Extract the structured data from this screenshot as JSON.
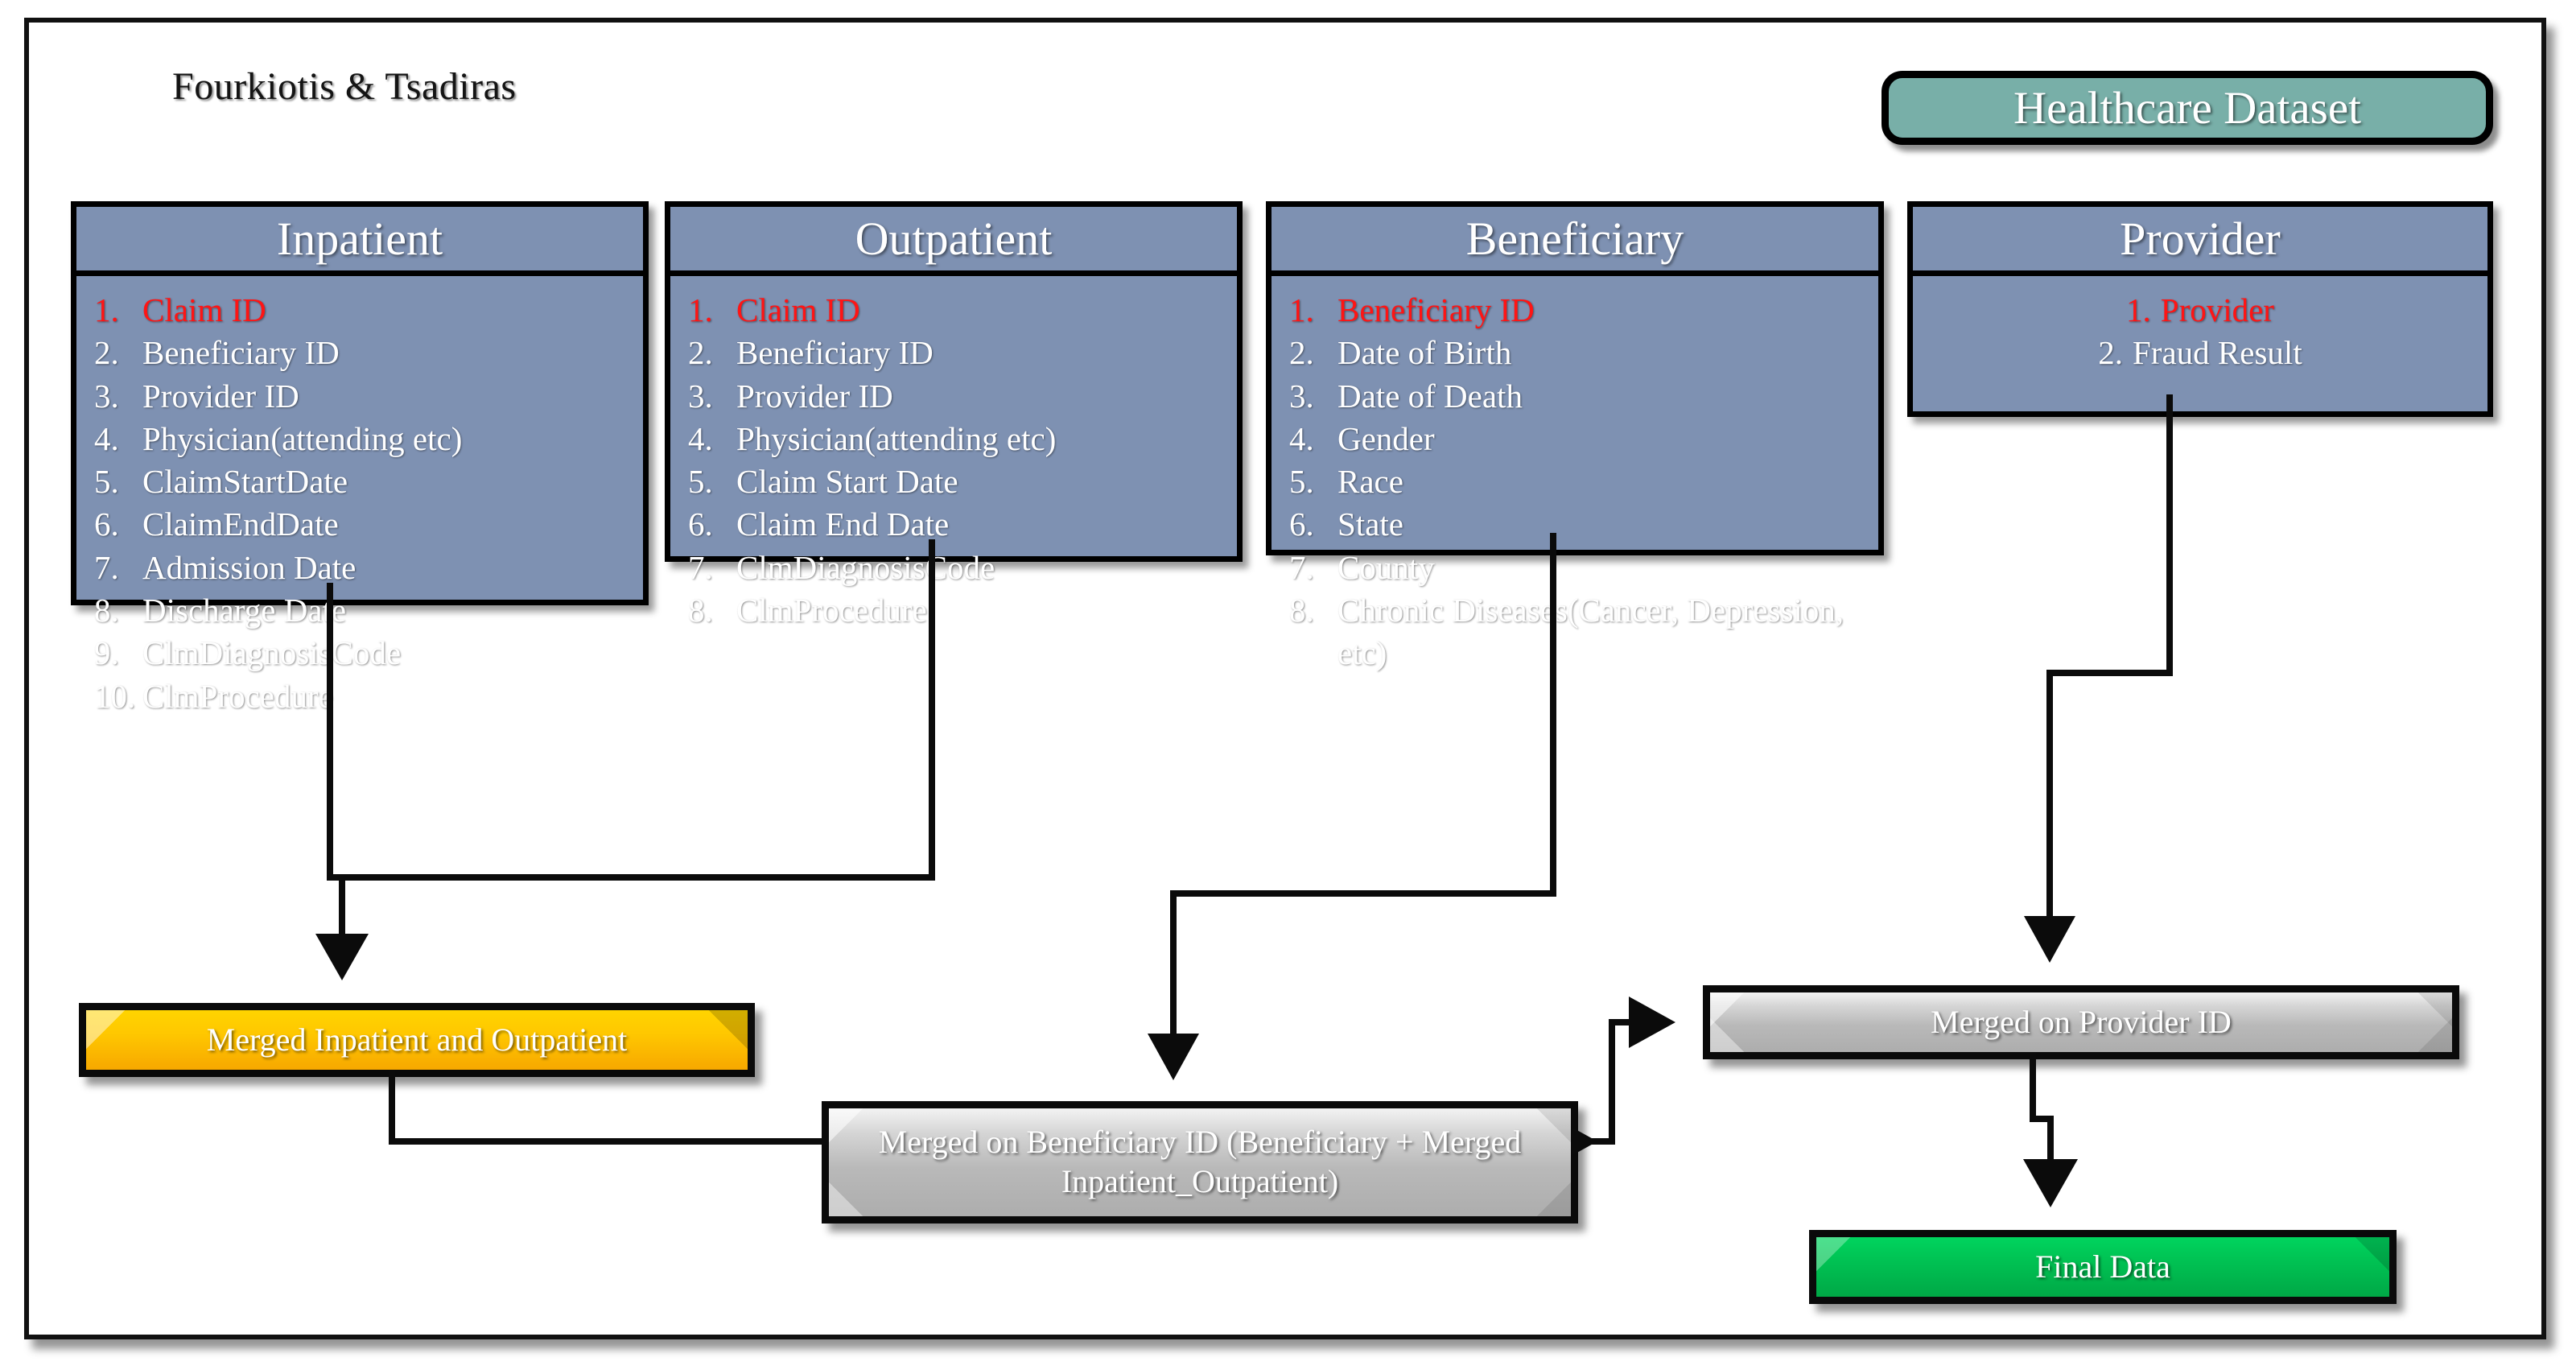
{
  "credit": "Fourkiotis & Tsadiras",
  "title_badge": {
    "label": "Healthcare Dataset",
    "color": "#78AFA8",
    "text_color": "#FFFFFF"
  },
  "colors": {
    "entity_fill": "#7E91B2",
    "key_field": "#FF1414",
    "merged_io": "#FFC800",
    "merged_grey": "#B9B9B9",
    "final_data": "#00C253",
    "border": "#000000",
    "page_background": "#FFFFFF"
  },
  "entities": [
    {
      "name": "Inpatient",
      "fields": [
        {
          "num": "1.",
          "label": "Claim ID",
          "key": true
        },
        {
          "num": "2.",
          "label": "Beneficiary ID",
          "key": false
        },
        {
          "num": "3.",
          "label": "Provider ID",
          "key": false
        },
        {
          "num": "4.",
          "label": "Physician(attending etc)",
          "key": false
        },
        {
          "num": "5.",
          "label": "ClaimStartDate",
          "key": false
        },
        {
          "num": "6.",
          "label": "ClaimEndDate",
          "key": false
        },
        {
          "num": "7.",
          "label": "Admission Date",
          "key": false
        },
        {
          "num": "8.",
          "label": "Discharge Date",
          "key": false
        },
        {
          "num": "9.",
          "label": "ClmDiagnosisCode",
          "key": false
        },
        {
          "num": "10.",
          "label": "ClmProcedure",
          "key": false
        }
      ]
    },
    {
      "name": "Outpatient",
      "fields": [
        {
          "num": "1.",
          "label": "Claim ID",
          "key": true
        },
        {
          "num": "2.",
          "label": "Beneficiary ID",
          "key": false
        },
        {
          "num": "3.",
          "label": "Provider ID",
          "key": false
        },
        {
          "num": "4.",
          "label": "Physician(attending etc)",
          "key": false
        },
        {
          "num": "5.",
          "label": "Claim Start Date",
          "key": false
        },
        {
          "num": "6.",
          "label": "Claim End Date",
          "key": false
        },
        {
          "num": "7.",
          "label": "ClmDiagnosisCode",
          "key": false
        },
        {
          "num": "8.",
          "label": "ClmProcedure",
          "key": false
        }
      ]
    },
    {
      "name": "Beneficiary",
      "fields": [
        {
          "num": "1.",
          "label": "Beneficiary ID",
          "key": true
        },
        {
          "num": "2.",
          "label": "Date of Birth",
          "key": false
        },
        {
          "num": "3.",
          "label": "Date of Death",
          "key": false
        },
        {
          "num": "4.",
          "label": "Gender",
          "key": false
        },
        {
          "num": "5.",
          "label": "Race",
          "key": false
        },
        {
          "num": "6.",
          "label": "State",
          "key": false
        },
        {
          "num": "7.",
          "label": "County",
          "key": false
        },
        {
          "num": "8.",
          "label": "Chronic Diseases(Cancer, Depression, etc)",
          "key": false
        }
      ]
    },
    {
      "name": "Provider",
      "centered": true,
      "fields": [
        {
          "num": "1.",
          "label": "Provider",
          "key": true
        },
        {
          "num": "2.",
          "label": "Fraud Result",
          "key": false
        }
      ]
    }
  ],
  "process_nodes": {
    "merged_inpatient_outpatient": "Merged Inpatient and Outpatient",
    "merged_on_beneficiary_id": "Merged on Beneficiary ID (Beneficiary + Merged Inpatient_Outpatient)",
    "merged_on_provider_id": "Merged on Provider ID",
    "final_data": "Final Data"
  },
  "chart_data": {
    "type": "diagram",
    "title": "Healthcare Dataset",
    "nodes": [
      {
        "id": "inpatient",
        "label": "Inpatient",
        "kind": "entity",
        "field_count": 10
      },
      {
        "id": "outpatient",
        "label": "Outpatient",
        "kind": "entity",
        "field_count": 8
      },
      {
        "id": "beneficiary",
        "label": "Beneficiary",
        "kind": "entity",
        "field_count": 8
      },
      {
        "id": "provider",
        "label": "Provider",
        "kind": "entity",
        "field_count": 2
      },
      {
        "id": "merged_io",
        "label": "Merged Inpatient and Outpatient",
        "kind": "process"
      },
      {
        "id": "merged_ben",
        "label": "Merged on Beneficiary ID (Beneficiary + Merged Inpatient_Outpatient)",
        "kind": "process"
      },
      {
        "id": "merged_prov",
        "label": "Merged on Provider ID",
        "kind": "process"
      },
      {
        "id": "final",
        "label": "Final Data",
        "kind": "output"
      }
    ],
    "edges": [
      {
        "from": "inpatient",
        "to": "merged_io"
      },
      {
        "from": "outpatient",
        "to": "merged_io"
      },
      {
        "from": "merged_io",
        "to": "merged_ben"
      },
      {
        "from": "beneficiary",
        "to": "merged_ben"
      },
      {
        "from": "merged_ben",
        "to": "merged_prov"
      },
      {
        "from": "provider",
        "to": "merged_prov"
      },
      {
        "from": "merged_prov",
        "to": "final"
      }
    ]
  }
}
